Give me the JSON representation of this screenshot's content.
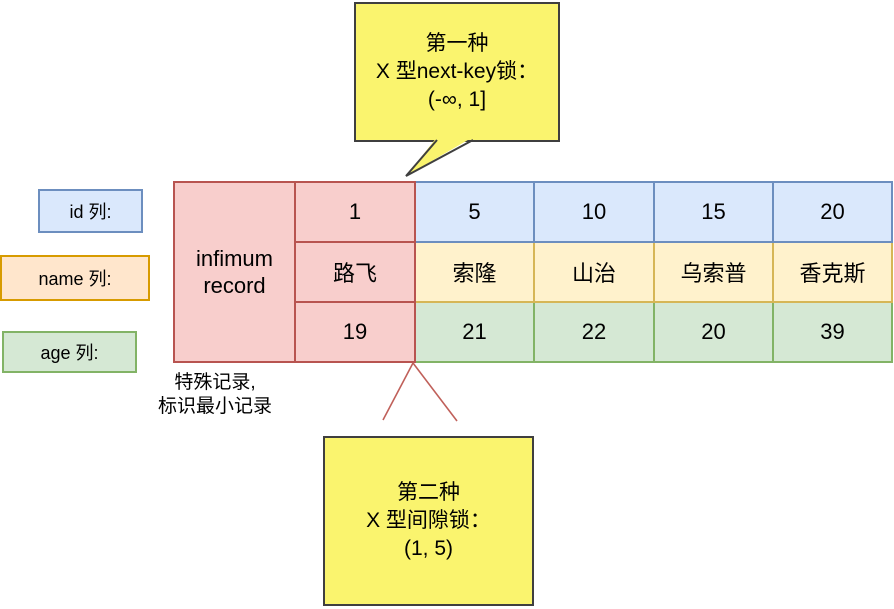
{
  "callout_top": {
    "lines": [
      "第一种",
      "X 型next-key锁：",
      "(-∞, 1]"
    ]
  },
  "callout_bottom": {
    "lines": [
      "第二种",
      "X 型间隙锁：",
      "(1, 5)"
    ]
  },
  "column_labels": {
    "id": "id 列:",
    "name": "name 列:",
    "age": "age 列:"
  },
  "table": {
    "infimum_label": "infimum record",
    "rows": [
      {
        "field": "id",
        "cells": [
          "1",
          "5",
          "10",
          "15",
          "20"
        ]
      },
      {
        "field": "name",
        "cells": [
          "路飞",
          "索隆",
          "山治",
          "乌索普",
          "香克斯"
        ]
      },
      {
        "field": "age",
        "cells": [
          "19",
          "21",
          "22",
          "20",
          "39"
        ]
      }
    ]
  },
  "note": {
    "lines": [
      "特殊记录,",
      "标识最小记录"
    ]
  },
  "colors": {
    "red_fill": "#f8cecc",
    "red_border": "#b85450",
    "blue_fill": "#dae8fc",
    "blue_border": "#6c8ebf",
    "cream_fill": "#fff2cc",
    "cream_border": "#d6b656",
    "green_fill": "#d5e8d4",
    "green_border": "#82b366",
    "orange_fill": "#ffe6cc",
    "orange_border": "#d79b00",
    "callout_fill": "#faf46e",
    "callout_border": "#3f3f3f",
    "pointer_line": "#c0605a"
  }
}
